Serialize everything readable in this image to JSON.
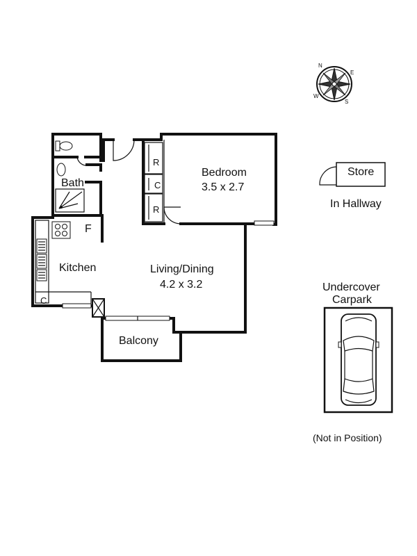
{
  "rooms": {
    "bath": "Bath",
    "bedroom": {
      "name": "Bedroom",
      "size": "3.5 x 2.7"
    },
    "kitchen": "Kitchen",
    "living": {
      "name": "Living/Dining",
      "size": "4.2 x 3.2"
    },
    "balcony": "Balcony"
  },
  "fixtures": {
    "robe_upper": "R",
    "robe_lower": "R",
    "cupboard_bedroom": "C",
    "fridge": "F",
    "cupboard_kitchen": "C"
  },
  "store": {
    "label": "Store",
    "location": "In Hallway"
  },
  "carpark": {
    "title_line1": "Undercover",
    "title_line2": "Carpark",
    "note": "(Not in Position)"
  },
  "compass": {
    "n": "N",
    "e": "E",
    "s": "S",
    "w": "W"
  }
}
